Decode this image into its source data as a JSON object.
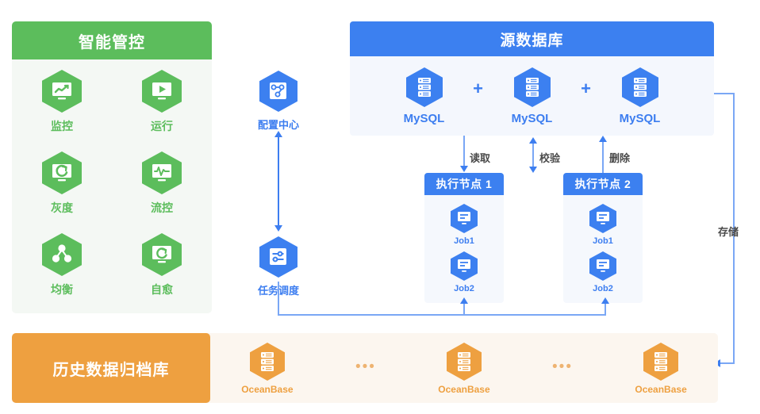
{
  "smart_control": {
    "title": "智能管控",
    "accent": "#5cbd5c",
    "bg": "#f4f8f4",
    "items": [
      {
        "label": "监控",
        "icon": "monitor-chart-icon"
      },
      {
        "label": "运行",
        "icon": "monitor-play-icon"
      },
      {
        "label": "灰度",
        "icon": "monitor-refresh-icon"
      },
      {
        "label": "流控",
        "icon": "monitor-pulse-icon"
      },
      {
        "label": "均衡",
        "icon": "node-cluster-icon"
      },
      {
        "label": "自愈",
        "icon": "monitor-sync-icon"
      }
    ]
  },
  "config_center": {
    "label": "配置中心",
    "icon": "config-center-icon"
  },
  "task_schedule": {
    "label": "任务调度",
    "icon": "task-schedule-icon"
  },
  "source_db": {
    "title": "源数据库",
    "accent": "#3c80f0",
    "bg": "#f4f7fd",
    "plus": "+",
    "databases": [
      {
        "label": "MySQL",
        "icon": "database-icon"
      },
      {
        "label": "MySQL",
        "icon": "database-icon"
      },
      {
        "label": "MySQL",
        "icon": "database-icon"
      }
    ]
  },
  "exec_nodes": [
    {
      "title": "执行节点 1",
      "jobs": [
        {
          "label": "Job1",
          "icon": "job-icon"
        },
        {
          "label": "Job2",
          "icon": "job-icon"
        }
      ]
    },
    {
      "title": "执行节点 2",
      "jobs": [
        {
          "label": "Job1",
          "icon": "job-icon"
        },
        {
          "label": "Job2",
          "icon": "job-icon"
        }
      ]
    }
  ],
  "archive": {
    "title": "历史数据归档库",
    "accent": "#eea040",
    "bg": "#fcf6ef",
    "ellipsis": "•••",
    "nodes": [
      {
        "label": "OceanBase",
        "icon": "database-icon"
      },
      {
        "label": "OceanBase",
        "icon": "database-icon"
      },
      {
        "label": "OceanBase",
        "icon": "database-icon"
      }
    ]
  },
  "edges": {
    "read": "读取",
    "verify": "校验",
    "delete": "删除",
    "store": "存储"
  }
}
